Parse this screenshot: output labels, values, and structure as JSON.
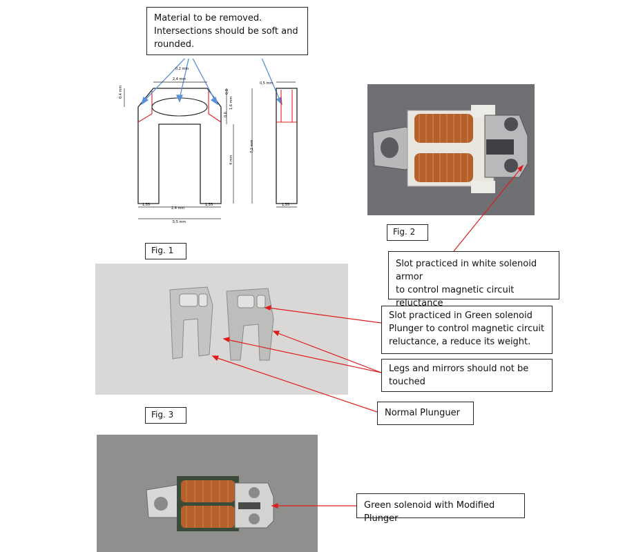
{
  "callouts": {
    "material_removed_line1": "Material to be removed.",
    "material_removed_line2": "Intersections should be soft and",
    "material_removed_line3": "rounded.",
    "white_slot_line1": "Slot practiced in white solenoid armor",
    "white_slot_line2": "to control magnetic circuit reluctance",
    "green_slot_line1": "Slot practiced in Green solenoid",
    "green_slot_line2": "Plunger to control magnetic circuit",
    "green_slot_line3": "reluctance, a reduce its weight.",
    "legs_line1": "Legs and mirrors should not be",
    "legs_line2": "touched",
    "normal": "Normal Plunguer",
    "modified": "Green solenoid with Modified Plunger"
  },
  "figures": {
    "fig1": "Fig. 1",
    "fig2": "Fig. 2",
    "fig3": "Fig. 3"
  },
  "dimensions": {
    "d_0_2": "0,2 mm",
    "d_2_4_top": "2,4 mm",
    "d_0_4": "0,4 mm",
    "d_0_8": "0,8",
    "d_0_6": "0,6",
    "d_1_6": "1,6 mm",
    "d_4": "4 mm",
    "d_7_2": "7,2 mm",
    "d_0_5": "0,5 mm",
    "d_1_55_left": "1,55",
    "d_2_4_bottom": "2,4 mm",
    "d_1_55_right": "1,55",
    "d_5_5": "5,5 mm",
    "d_1_55_side": "1,55"
  },
  "colors": {
    "arrow_blue": "#5b8fd6",
    "leader_red": "#e01b1b",
    "outline": "#222222",
    "copper": "#b5612c"
  }
}
